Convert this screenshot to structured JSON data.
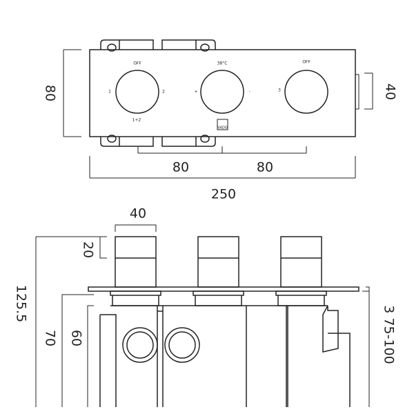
{
  "front_view": {
    "dials": [
      {
        "top": "OFF",
        "left": "1",
        "right": "2",
        "bottom": "1+2"
      },
      {
        "top": "38°C",
        "left": "+",
        "right": "-"
      },
      {
        "top": "OFF",
        "left": "3"
      }
    ],
    "logo": "VADO",
    "dims": {
      "height": "80",
      "tab": "40",
      "spacing_1": "80",
      "spacing_2": "80",
      "width": "250"
    }
  },
  "side_view": {
    "dims": {
      "knob_width": "40",
      "knob_cap": "20",
      "total_depth": "125.5",
      "depth_70": "70",
      "depth_60": "60",
      "wall_range": "3 75-100"
    }
  }
}
